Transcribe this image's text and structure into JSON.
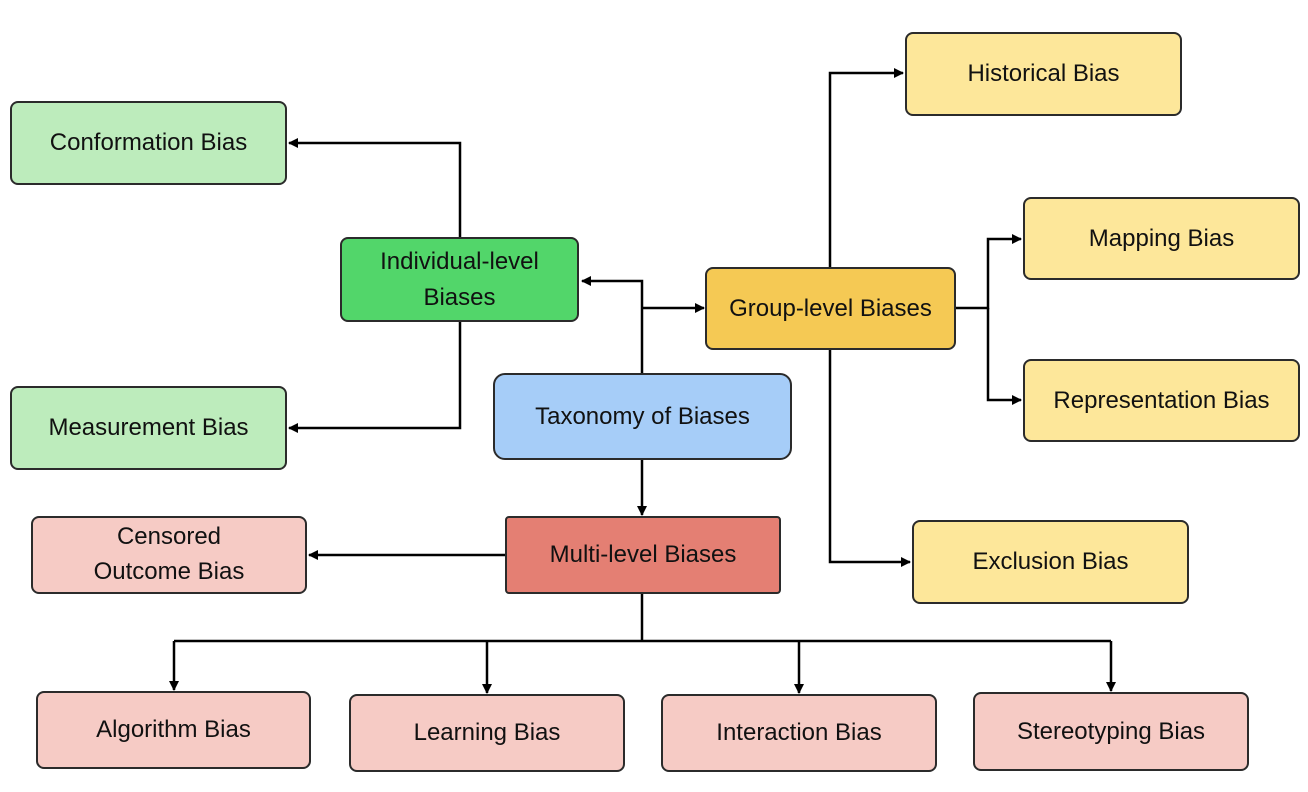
{
  "colors": {
    "root": "#a6cdf8",
    "individual": "#52d66a",
    "individual_child": "#bdecbc",
    "group": "#f5c954",
    "group_child": "#fde79a",
    "multi": "#e47f73",
    "multi_child": "#f6cbc5",
    "stroke": "#2b2b2b",
    "connector": "#000000"
  },
  "nodes": {
    "root": {
      "label": "Taxonomy of Biases"
    },
    "individual": {
      "label": "Individual-level\nBiases"
    },
    "group": {
      "label": "Group-level Biases"
    },
    "multi": {
      "label": "Multi-level Biases"
    },
    "conformation": {
      "label": "Conformation Bias"
    },
    "measurement": {
      "label": "Measurement Bias"
    },
    "historical": {
      "label": "Historical Bias"
    },
    "mapping": {
      "label": "Mapping Bias"
    },
    "representation": {
      "label": "Representation Bias"
    },
    "exclusion": {
      "label": "Exclusion Bias"
    },
    "censored": {
      "label": "Censored\nOutcome Bias"
    },
    "algorithm": {
      "label": "Algorithm Bias"
    },
    "learning": {
      "label": "Learning Bias"
    },
    "interaction": {
      "label": "Interaction Bias"
    },
    "stereotyping": {
      "label": "Stereotyping Bias"
    }
  }
}
